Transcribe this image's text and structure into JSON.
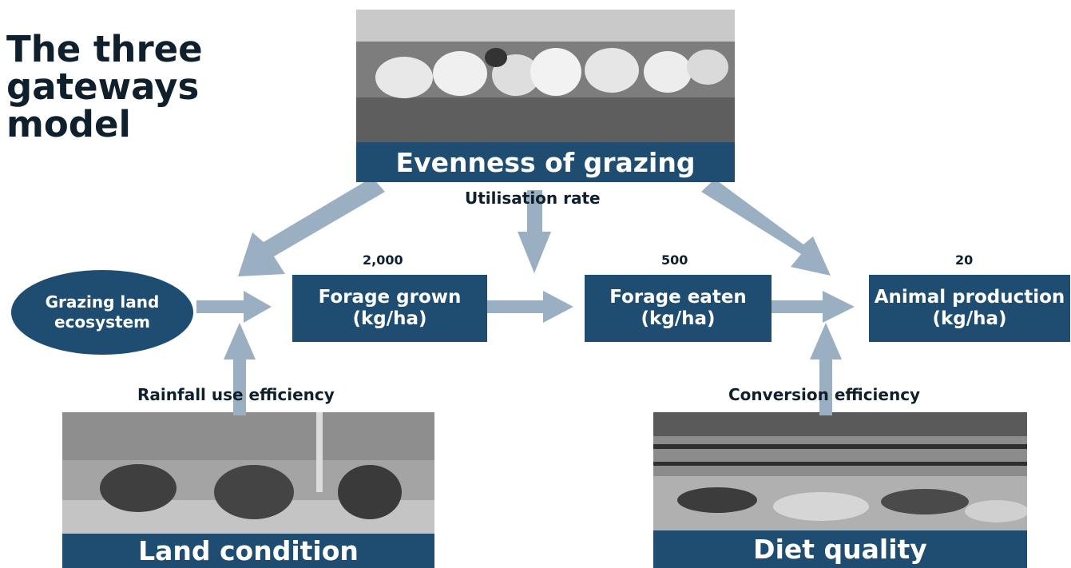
{
  "title": [
    "The three",
    "gateways",
    "model"
  ],
  "gateways": {
    "evenness": "Evenness of grazing",
    "land_condition": "Land condition",
    "diet_quality": "Diet quality"
  },
  "nodes": {
    "ecosystem": [
      "Grazing land",
      "ecosystem"
    ],
    "forage_grown": [
      "Forage grown",
      "(kg/ha)"
    ],
    "forage_eaten": [
      "Forage eaten",
      "(kg/ha)"
    ],
    "animal_production": [
      "Animal production",
      "(kg/ha)"
    ]
  },
  "values": {
    "forage_grown": "2,000",
    "forage_eaten": "500",
    "animal_production": "20"
  },
  "labels": {
    "utilisation_rate": "Utilisation rate",
    "rainfall_use_efficiency": "Rainfall use efficiency",
    "conversion_efficiency": "Conversion efficiency"
  },
  "colors": {
    "box": "#1f4d72",
    "arrow": "#9aafc2",
    "text": "#0f1f2b"
  }
}
